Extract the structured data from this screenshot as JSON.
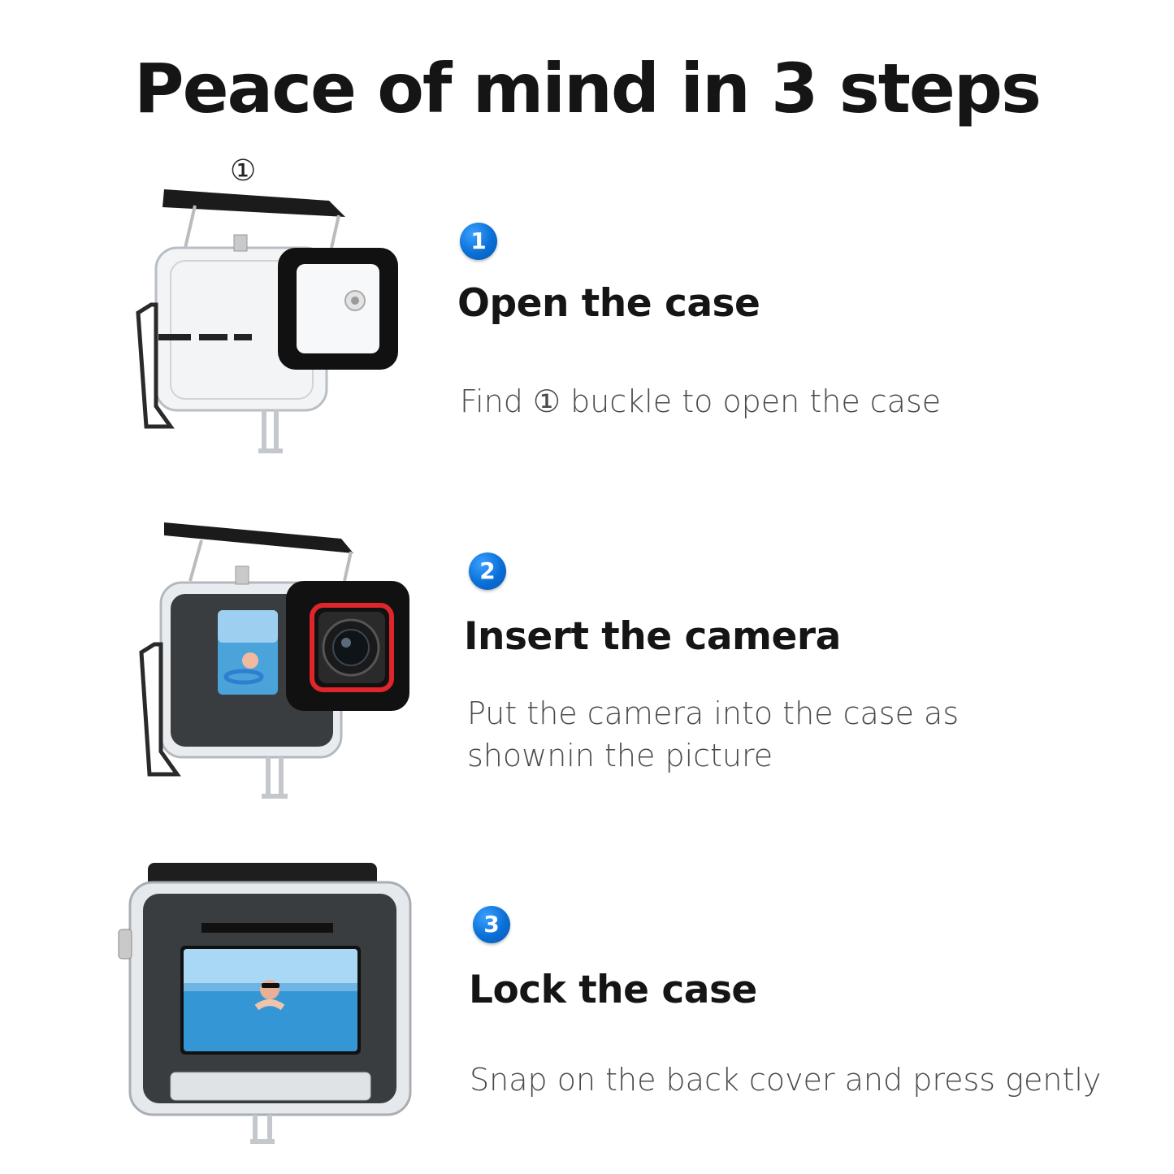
{
  "title": "Peace of mind in 3 steps",
  "figure_marker": "①",
  "steps": [
    {
      "number": "1",
      "title": "Open the case",
      "description": "Find ① buckle to open the case"
    },
    {
      "number": "2",
      "title": "Insert the camera",
      "description_lines": [
        "Put the camera into the  case as",
        "shownin the picture"
      ]
    },
    {
      "number": "3",
      "title": "Lock the case",
      "description": "Snap on the back cover and press gently"
    }
  ],
  "colors": {
    "badge_blue": "#0a6fd6",
    "title_text": "#151515",
    "desc_text": "#4a4a4a",
    "lens_ring_red": "#e0262b"
  },
  "icons": [
    "open-case-image",
    "inserted-camera-image",
    "locked-case-image"
  ]
}
